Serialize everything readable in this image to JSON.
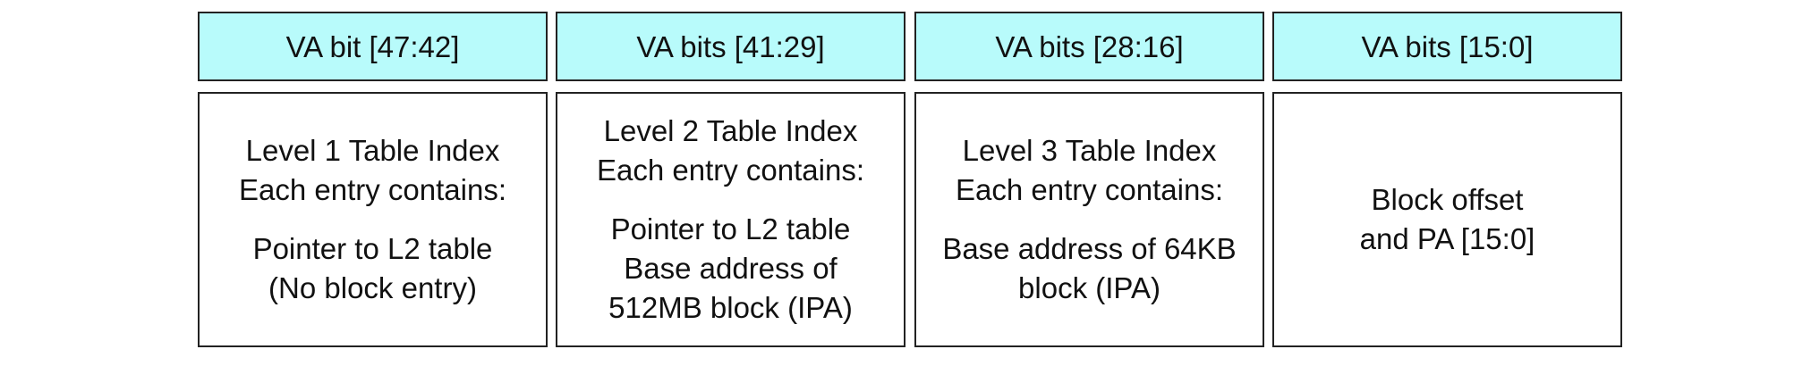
{
  "columns": [
    {
      "header": "VA bit [47:42]",
      "group1": [
        "Level 1 Table Index",
        "Each entry contains:"
      ],
      "group2": [
        "Pointer to L2 table",
        "(No block entry)"
      ]
    },
    {
      "header": "VA bits [41:29]",
      "group1": [
        "Level 2 Table Index",
        "Each entry contains:"
      ],
      "group2": [
        "Pointer to L2 table",
        "Base address of",
        "512MB block (IPA)"
      ]
    },
    {
      "header": "VA bits [28:16]",
      "group1": [
        "Level 3 Table Index",
        "Each entry contains:"
      ],
      "group2": [
        "Base address of 64KB",
        "block (IPA)"
      ]
    },
    {
      "header": "VA bits [15:0]",
      "group1": [
        "Block offset",
        "and PA [15:0]"
      ],
      "group2": []
    }
  ]
}
